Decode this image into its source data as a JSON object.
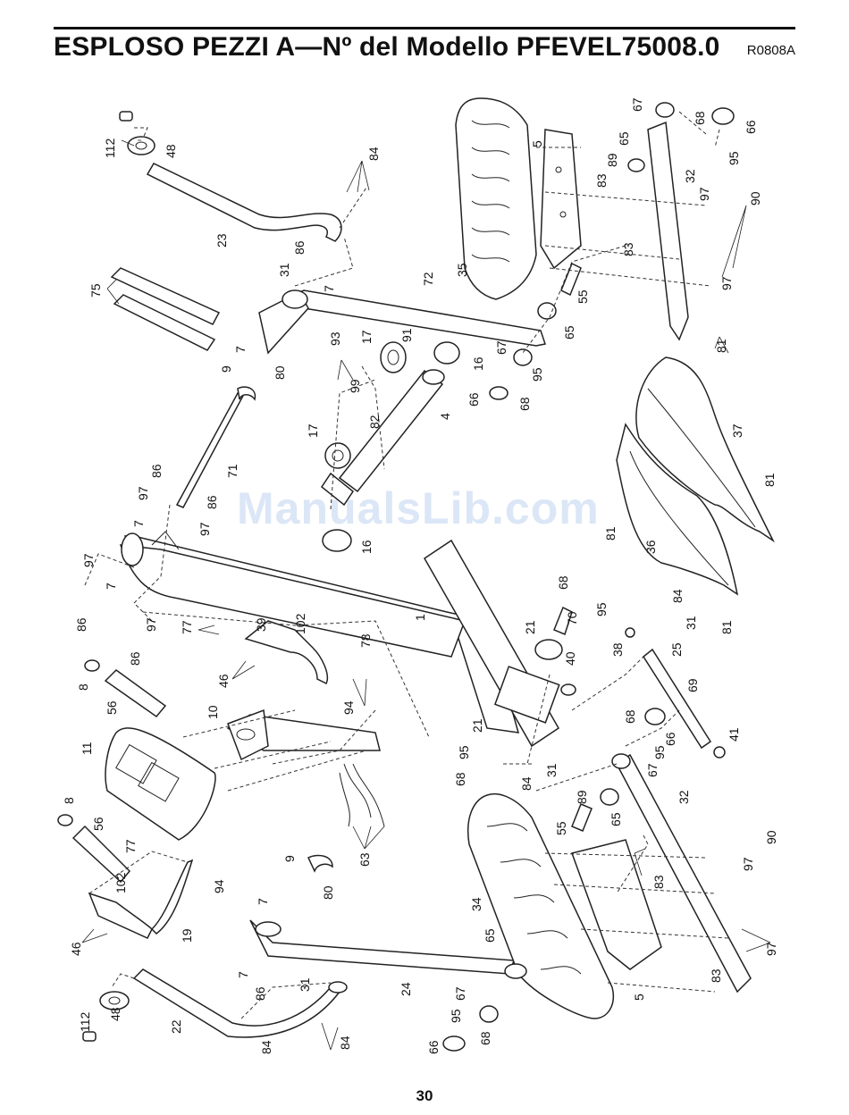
{
  "header": {
    "title": "ESPLOSO PEZZI A—Nº del Modello PFEVEL75008.0",
    "code": "R0808A"
  },
  "watermark": "ManualsLib.com",
  "page_number": "30",
  "callouts": {
    "c112a": "112",
    "c48a": "48",
    "c23": "23",
    "c84a": "84",
    "c86a": "86",
    "c31a": "31",
    "c7a": "7",
    "c75": "75",
    "c72": "72",
    "c7b": "7",
    "c80a": "80",
    "c9a": "9",
    "c93": "93",
    "c17a": "17",
    "c91": "91",
    "c16a": "16",
    "c99": "99",
    "c82": "82",
    "c4": "4",
    "c17b": "17",
    "c16b": "16",
    "c71": "71",
    "c86b": "86",
    "c97a": "97",
    "c86c": "86",
    "c97b": "97",
    "c7c": "7",
    "c97c": "97",
    "c7d": "7",
    "c86d": "86",
    "c97d": "97",
    "c86e": "86",
    "c1": "1",
    "c77a": "77",
    "c39": "39",
    "c102a": "102",
    "c78": "78",
    "c46a": "46",
    "c94a": "94",
    "c8a": "8",
    "c56a": "56",
    "c10": "10",
    "c11": "11",
    "c35": "35",
    "c5a": "5",
    "c65a": "65",
    "c89a": "89",
    "c83a": "83",
    "c83b": "83",
    "c55a": "55",
    "c65b": "65",
    "c67a": "67",
    "c68a": "68",
    "c66a": "66",
    "c95a": "95",
    "c32a": "32",
    "c97e": "97",
    "c90a": "90",
    "c97f": "97",
    "c67b": "67",
    "c95b": "95",
    "c68b": "68",
    "c66b": "66",
    "c81a": "81",
    "c37": "37",
    "c81b": "81",
    "c81c": "81",
    "c36": "36",
    "c81d": "81",
    "c68c": "68",
    "c95c": "95",
    "c70": "70",
    "c21a": "21",
    "c40": "40",
    "c84b": "84",
    "c31b": "31",
    "c25": "25",
    "c38": "38",
    "c69": "69",
    "c41": "41",
    "c21b": "21",
    "c95d": "95",
    "c68d": "68",
    "c84c": "84",
    "c31c": "31",
    "c68e": "68",
    "c66c": "66",
    "c95e": "95",
    "c67c": "67",
    "c32b": "32",
    "c89b": "89",
    "c65c": "65",
    "c55b": "55",
    "c83c": "83",
    "c90b": "90",
    "c97g": "97",
    "c97h": "97",
    "c34": "34",
    "c83d": "83",
    "c5b": "5",
    "c63": "63",
    "c8b": "8",
    "c56b": "56",
    "c77b": "77",
    "c102b": "102",
    "c94b": "94",
    "c46b": "46",
    "c19": "19",
    "c9b": "9",
    "c80b": "80",
    "c7e": "7",
    "c24": "24",
    "c65d": "65",
    "c67d": "67",
    "c95f": "95",
    "c68f": "68",
    "c66d": "66",
    "c112b": "112",
    "c48b": "48",
    "c22": "22",
    "c7f": "7",
    "c86f": "86",
    "c31d": "31",
    "c84d": "84",
    "c84e": "84"
  }
}
